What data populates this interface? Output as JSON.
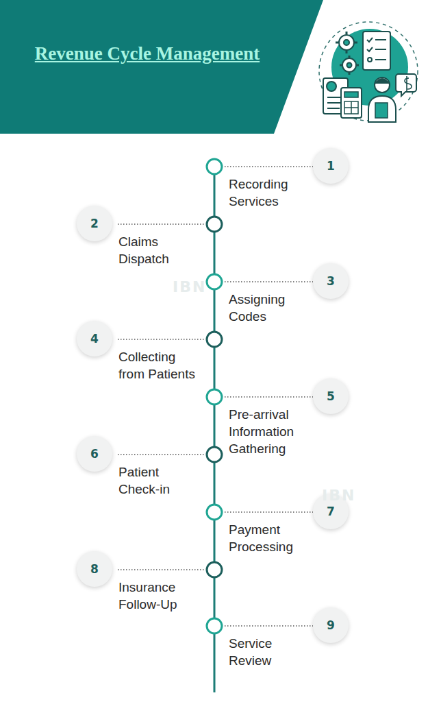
{
  "diagram": {
    "title": "Revenue Cycle Management",
    "nodes": [
      {
        "text": [
          "1",
          "Recording Services"
        ]
      },
      {
        "text": [
          "2",
          "Claims Dispatch"
        ]
      },
      {
        "text": [
          "3",
          "Assigning Codes"
        ]
      },
      {
        "text": [
          "4",
          "Collecting from Patients"
        ]
      },
      {
        "text": [
          "5",
          "Pre-arrival Information Gathering"
        ]
      },
      {
        "text": [
          "6",
          "Patient Check-in"
        ]
      },
      {
        "text": [
          "7",
          "Payment Processing"
        ]
      },
      {
        "text": [
          "8",
          "Insurance Follow-Up"
        ]
      },
      {
        "text": [
          "9",
          "Service Review"
        ]
      }
    ],
    "labels": [
      "IBN",
      "IBN"
    ]
  }
}
